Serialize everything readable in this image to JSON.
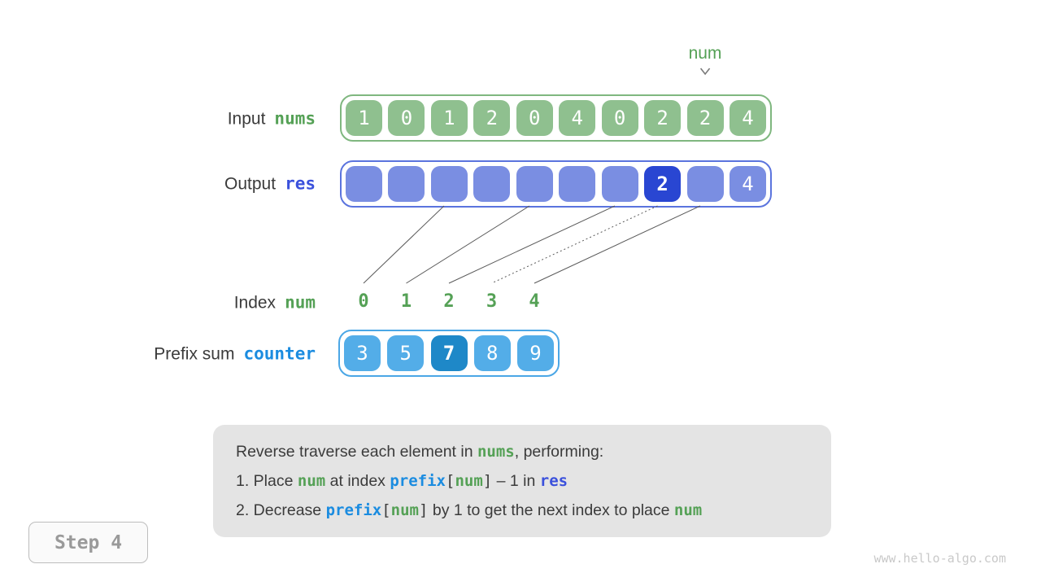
{
  "colors": {
    "green_fill": "#8FC08F",
    "green_border": "#7FB77F",
    "green_text": "#55A156",
    "blue_fill": "#7A8EE2",
    "blue_border": "#5B74DE",
    "blue_dark": "#2946D2",
    "indigo_text": "#3B51DC",
    "cyan_fill": "#53ADE8",
    "cyan_border": "#4BA7E6",
    "cyan_dark": "#1E88C8",
    "blue_code_text": "#1B8CE0",
    "text_dark": "#3B3B3B",
    "note_bg": "#E4E4E4",
    "line_gray": "#5A5A5A",
    "step_text": "#9A9A9A",
    "step_border": "#BDBDBD",
    "step_bg": "#FAFAFA",
    "watermark": "#C9C9C9",
    "arrow_gray": "#7A7A7A"
  },
  "labels": {
    "input": {
      "plain": "Input",
      "code": "nums"
    },
    "output": {
      "plain": "Output",
      "code": "res"
    },
    "index": {
      "plain": "Index",
      "code": "num"
    },
    "prefix": {
      "plain": "Prefix sum",
      "code": "counter"
    }
  },
  "pointer": {
    "label": "num",
    "target_index": 8
  },
  "arrays": {
    "nums": [
      "1",
      "0",
      "1",
      "2",
      "0",
      "4",
      "0",
      "2",
      "2",
      "4"
    ],
    "res": {
      "values": [
        "",
        "",
        "",
        "",
        "",
        "",
        "",
        "2",
        "",
        "4"
      ],
      "highlight_index": 7
    },
    "index_row": [
      "0",
      "1",
      "2",
      "3",
      "4"
    ],
    "counter": {
      "values": [
        "3",
        "5",
        "7",
        "8",
        "9"
      ],
      "highlight_index": 2
    }
  },
  "connections": [
    {
      "from": 2,
      "to": 0,
      "dashed": false
    },
    {
      "from": 4,
      "to": 1,
      "dashed": false
    },
    {
      "from": 6,
      "to": 2,
      "dashed": false
    },
    {
      "from": 7,
      "to": 3,
      "dashed": true
    },
    {
      "from": 8,
      "to": 4,
      "dashed": false
    }
  ],
  "note_lines": [
    [
      {
        "t": "Reverse traverse each element in ",
        "s": "plain"
      },
      {
        "t": "nums",
        "s": "green"
      },
      {
        "t": ", performing:",
        "s": "plain"
      }
    ],
    [
      {
        "t": "1. Place ",
        "s": "plain"
      },
      {
        "t": "num",
        "s": "green"
      },
      {
        "t": " at index ",
        "s": "plain"
      },
      {
        "t": "prefix",
        "s": "blue"
      },
      {
        "t": "[",
        "s": "bracket"
      },
      {
        "t": "num",
        "s": "green"
      },
      {
        "t": "]",
        "s": "bracket"
      },
      {
        "t": " – 1 in ",
        "s": "plain"
      },
      {
        "t": "res",
        "s": "indigo"
      }
    ],
    [
      {
        "t": "2. Decrease ",
        "s": "plain"
      },
      {
        "t": "prefix",
        "s": "blue"
      },
      {
        "t": "[",
        "s": "bracket"
      },
      {
        "t": "num",
        "s": "green"
      },
      {
        "t": "]",
        "s": "bracket"
      },
      {
        "t": " by 1 to get the next index to place ",
        "s": "plain"
      },
      {
        "t": "num",
        "s": "green"
      }
    ]
  ],
  "step_badge": "Step 4",
  "watermark": "www.hello-algo.com"
}
